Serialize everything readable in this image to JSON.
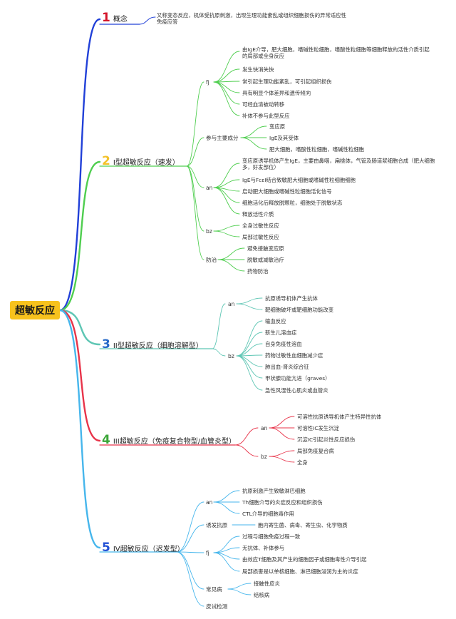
{
  "root": "超敏反应",
  "colors": {
    "b1": "#2140d8",
    "b2": "#4fce4f",
    "b3": "#5ec6b4",
    "b4": "#e8344a",
    "b5": "#46b6ec",
    "n1": "#d4152a",
    "n2": "#f3c22a",
    "n3": "#2468c8",
    "n4": "#3ba638",
    "n5": "#2150d4"
  },
  "b1": {
    "num": "1",
    "label": "概念",
    "desc": "又称变态反应，机体受抗原刺激，出现生理功能紊乱或组织细胞损伤的异常适应性免疫应答"
  },
  "b2": {
    "num": "2",
    "label": "I型超敏反应（速发）",
    "fj": {
      "label": "fj",
      "items": [
        "由IgE介导，肥大细胞，嗜碱性粒细胞，嗜酸性粒细胞等细胞释放的活性介质引起的局部或全身反应",
        "发生快消失快",
        "常引起生理功能紊乱，可引起组织损伤",
        "具有明显个体差异和遗传倾向",
        "可经血清被动转移",
        "补体不参与此型反应"
      ]
    },
    "cy": {
      "label": "参与主要成分",
      "items": [
        "变应原",
        "IgE及其受体",
        "肥大细胞，嗜酸性粒细胞，嗜碱性粒细胞"
      ]
    },
    "an": {
      "label": "an",
      "items": [
        "变应原诱导机体产生IgE，主要由鼻咽，扁桃体，气管及肠道浆细胞合成（肥大细胞多，好发部位）",
        "IgE与FcεI结合致敏肥大细胞或嗜碱性粒细胞细胞",
        "启动肥大细胞或嗜碱性粒细胞活化信号",
        "细胞活化后释放脱颗粒，细胞处于脱敏状态",
        "释放活性介质"
      ]
    },
    "bz": {
      "label": "bz",
      "items": [
        "全身过敏性反应",
        "局部过敏性反应"
      ]
    },
    "fz": {
      "label": "防治",
      "items": [
        "避免接触变应原",
        "脱敏或减敏治疗",
        "药物防治"
      ]
    }
  },
  "b3": {
    "num": "3",
    "label": "II型超敏反应（细胞溶解型）",
    "an": {
      "label": "an",
      "items": [
        "抗原诱导机体产生抗体",
        "靶细胞破坏或靶细胞功能改变"
      ]
    },
    "bz": {
      "label": "bz",
      "items": [
        "输血反应",
        "新生儿溶血症",
        "自身免疫性溶血",
        "药物过敏性血细胞减少症",
        "肺出血-肾炎综合征",
        "甲状腺功能亢进（graves）",
        "急性风湿性心肌炎或血管炎"
      ]
    }
  },
  "b4": {
    "num": "4",
    "label": "III超敏反应（免疫复合物型/血管炎型）",
    "an": {
      "label": "an",
      "items": [
        "可溶性抗原诱导机体产生特异性抗体",
        "可溶性IC发生沉淀",
        "沉淀IC引起炎性反应损伤"
      ]
    },
    "bz": {
      "label": "bz",
      "items": [
        "局部免疫复合病",
        "全身"
      ]
    }
  },
  "b5": {
    "num": "5",
    "label": "IV超敏反应（迟发型）",
    "an": {
      "label": "an",
      "items": [
        "抗原刺激产生致敏淋巴细胞",
        "Th细胞介导的炎症反应和组织损伤",
        "CTL介导的细胞毒作用"
      ]
    },
    "yf": {
      "label": "诱发抗原",
      "items": [
        "胞内寄生菌、病毒、寄生虫、化学物质"
      ]
    },
    "fj": {
      "label": "fj",
      "items": [
        "过程与细胞免疫过程一致",
        "无抗体、补体参与",
        "由效应T细胞及其产生的细胞因子或细胞毒性介导引起",
        "局部损害是以单核细胞、淋巴细胞浸润为主的炎症"
      ]
    },
    "cj": {
      "label": "常见病",
      "items": [
        "接触性皮炎",
        "结核病"
      ]
    },
    "ps": {
      "label": "皮试检测"
    }
  }
}
